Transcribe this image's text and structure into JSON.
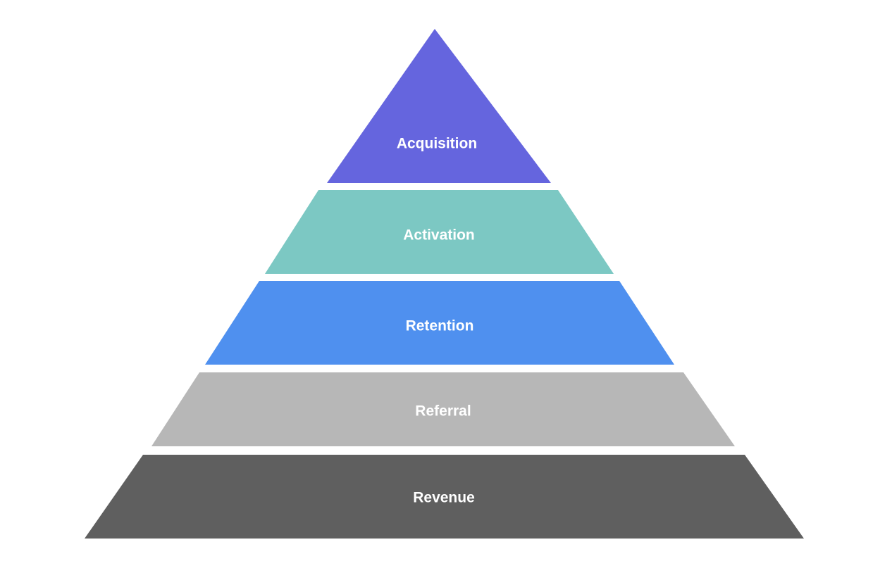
{
  "diagram": {
    "type": "pyramid",
    "tiers": [
      {
        "label": "Acquisition",
        "color": "#6565DE"
      },
      {
        "label": "Activation",
        "color": "#7CC8C3"
      },
      {
        "label": "Retention",
        "color": "#4F90EF"
      },
      {
        "label": "Referral",
        "color": "#B7B7B7"
      },
      {
        "label": "Revenue",
        "color": "#5F5F5F"
      }
    ]
  }
}
